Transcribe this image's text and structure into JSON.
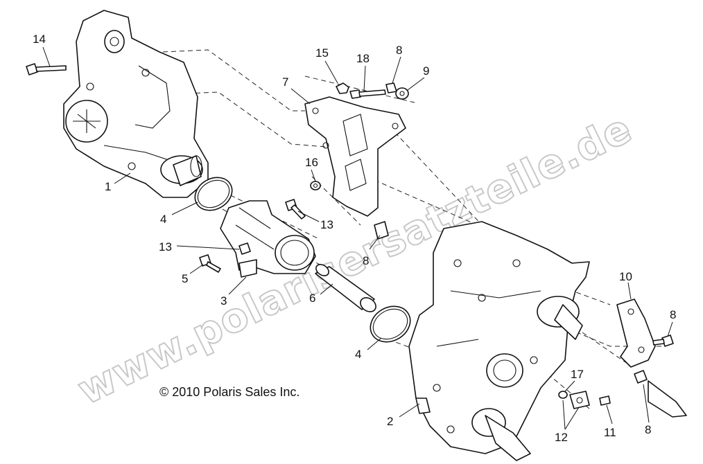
{
  "watermark": "www.polarisersatzteile.de",
  "copyright": "© 2010 Polaris Sales Inc.",
  "callouts": [
    "14",
    "15",
    "18",
    "8",
    "9",
    "7",
    "1",
    "16",
    "4",
    "13",
    "13",
    "5",
    "3",
    "6",
    "8",
    "4",
    "10",
    "8",
    "17",
    "2",
    "12",
    "11",
    "8"
  ]
}
